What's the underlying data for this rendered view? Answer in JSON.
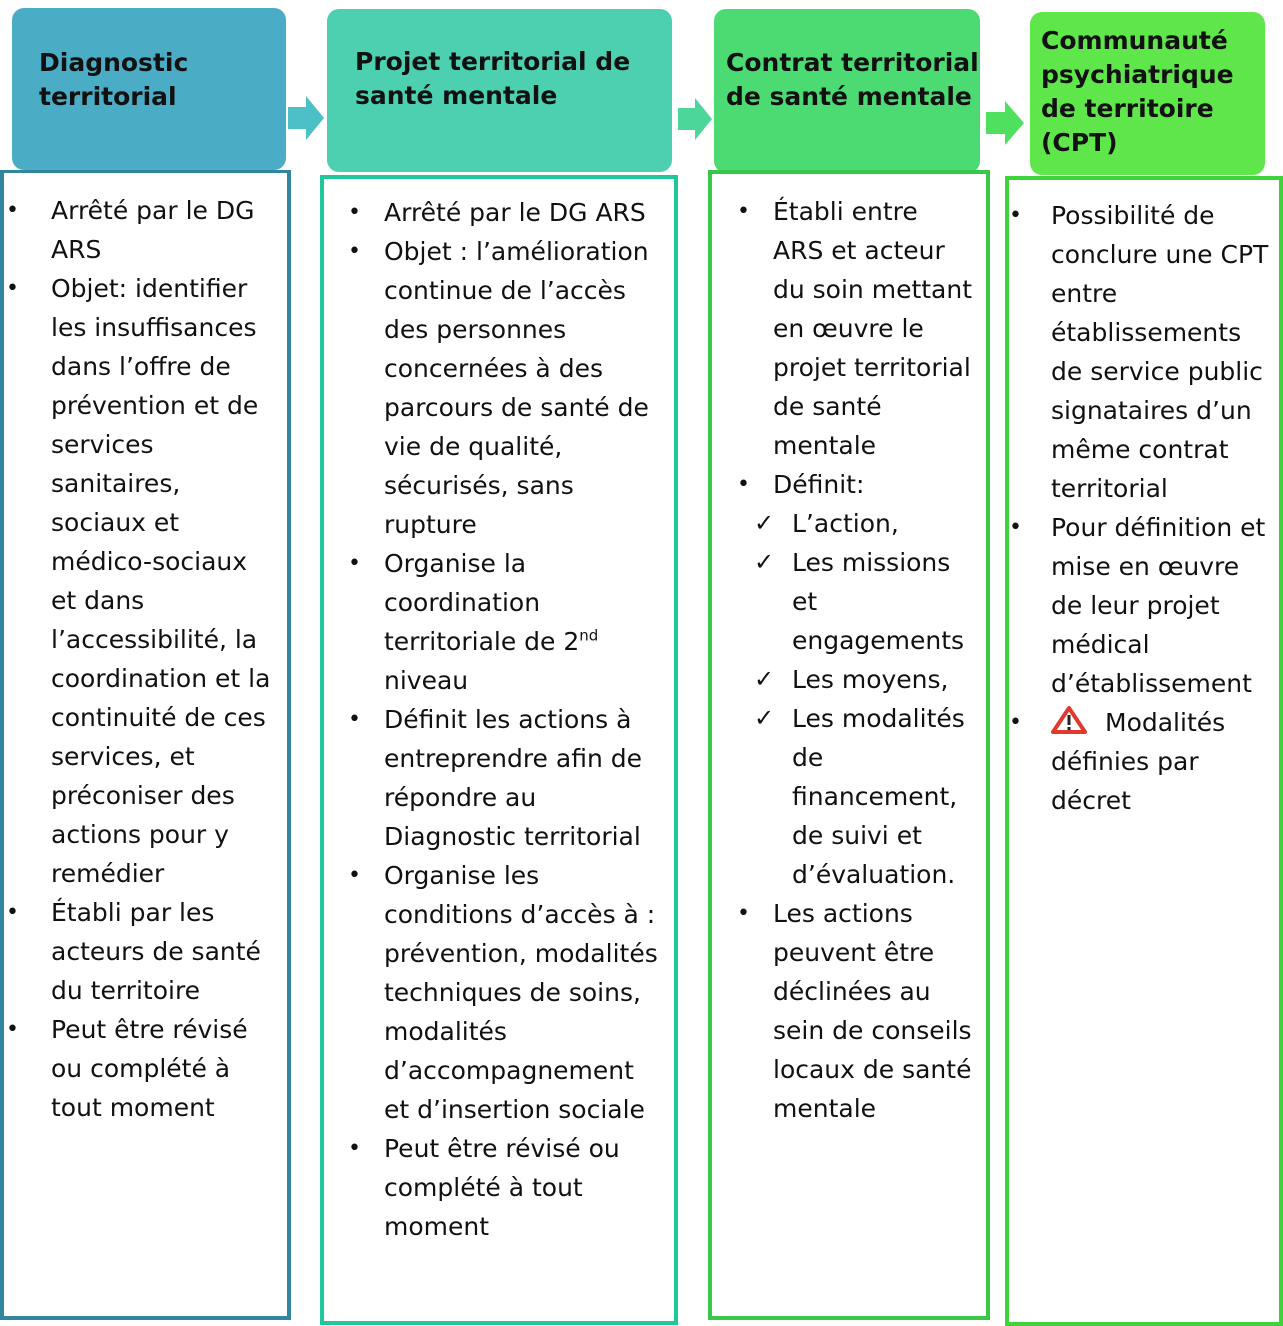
{
  "colors": {
    "col1": "#4bacc6",
    "col1_border": "#31859c",
    "col2": "#4dd0b0",
    "col2_border": "#1fc79a",
    "col3": "#4cdb72",
    "col3_border": "#38c747",
    "col4": "#5fe64a",
    "col4_border": "#3fd33a",
    "warning": "#e03a2f"
  },
  "col1": {
    "title_1": "Diagnostic",
    "title_2": "territorial",
    "items": [
      "Arrêté par le DG ARS",
      "Objet: identifier les insuffisances dans l’offre de prévention et de services sanitaires, sociaux et médico-sociaux et dans l’accessibilité, la coordination et la continuité de ces services, et préconiser des actions pour y remédier",
      "Établi par les acteurs de santé du territoire",
      "Peut être révisé ou complété à tout moment"
    ]
  },
  "col2": {
    "title_1": "Projet territorial de",
    "title_2": "santé mentale",
    "items": [
      "Arrêté par le DG ARS",
      "Objet : l’amélioration continue de l’accès des personnes concernées à des parcours de santé de vie de qualité, sécurisés, sans rupture",
      "Organise la coordination territoriale de 2",
      "Définit les actions à entreprendre afin de répondre au Diagnostic territorial",
      "Organise les conditions d’accès à : prévention, modalités techniques de soins, modalités d’accompagnement et d’insertion sociale",
      "Peut être révisé ou complété à tout moment"
    ],
    "item3_sup": "nd",
    "item3_end": "niveau"
  },
  "col3": {
    "title_1": "Contrat territorial",
    "title_2": "de santé mentale",
    "item_1": "Établi entre ARS et acteur du soin mettant en œuvre le projet territorial de santé mentale",
    "item_2": "Définit:",
    "checks": [
      "L’action,",
      "Les missions et engagements",
      "Les moyens,",
      "Les modalités de financement, de suivi et d’évaluation."
    ],
    "item_3": "Les actions peuvent être déclinées au sein de conseils locaux de santé mentale"
  },
  "col4": {
    "title_1": "Communauté",
    "title_2": "psychiatrique",
    "title_3": "de territoire",
    "title_4": "(CPT)",
    "items": [
      "Possibilité de conclure une CPT entre établissements de service public signataires d’un même contrat territorial",
      "Pour définition et mise en œuvre de leur projet médical d’établissement",
      "Modalités définies par décret"
    ],
    "warning_icon": "warning-triangle-icon"
  }
}
